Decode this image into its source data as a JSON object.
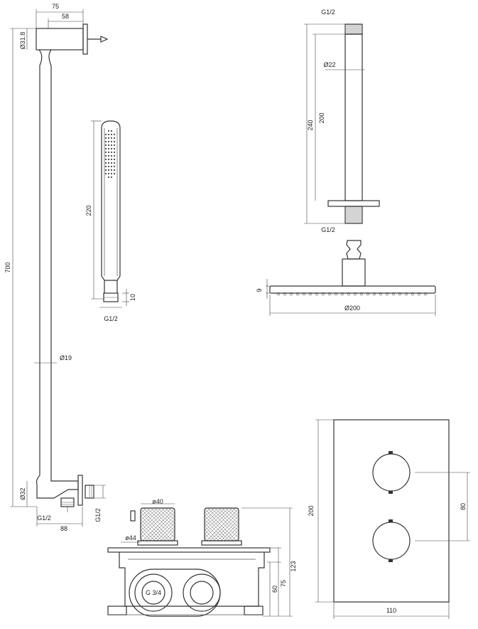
{
  "drawing": {
    "rail": {
      "width_total": "75",
      "width_inner": "58",
      "top_dia": "Ø31.8",
      "height": "700",
      "tube_dia": "Ø19",
      "bottom_dia": "Ø32",
      "outlet_thread": "G1/2",
      "outlet_width": "88",
      "side_thread": "G1/2"
    },
    "handshower": {
      "length": "220",
      "end_height": "10",
      "thread": "G1/2"
    },
    "arm": {
      "top_thread": "G1/2",
      "pipe_dia": "Ø22",
      "arm_length": "200",
      "total_length": "240",
      "bottom_thread": "G1/2"
    },
    "head": {
      "thickness": "9",
      "diameter": "Ø200"
    },
    "valve_side": {
      "knob_dia": "ø40",
      "escutcheon_dia": "ø44",
      "inlet_thread": "G 3/4",
      "body_depth": "60",
      "depth_mid": "75",
      "depth_total": "123"
    },
    "valve_front": {
      "plate_height": "200",
      "knob_spacing": "80",
      "plate_width": "110"
    }
  }
}
